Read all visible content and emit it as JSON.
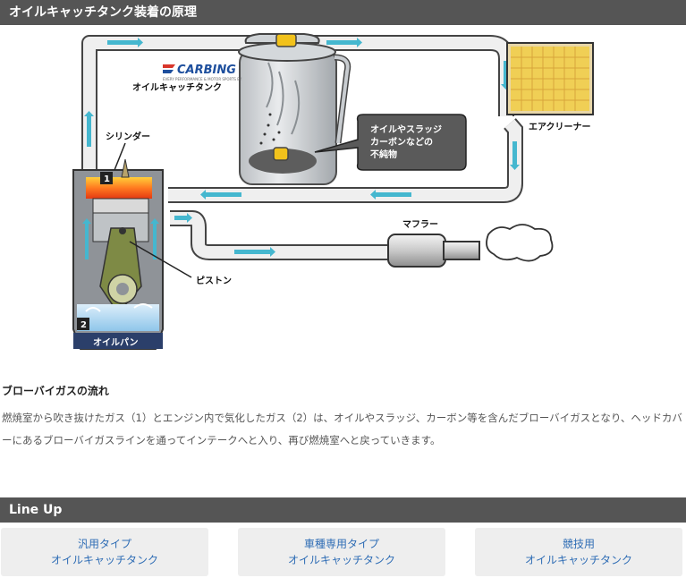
{
  "header": {
    "title": "オイルキャッチタンク装着の原理"
  },
  "diagram": {
    "brand": "CARBING",
    "brand_tagline": "EVERY PERFORMANCE & MOTOR SPORTS BY",
    "tank_label": "オイルキャッチタンク",
    "cylinder_label": "シリンダー",
    "piston_label": "ピストン",
    "oilpan_label": "オイルパン",
    "muffler_label": "マフラー",
    "aircleaner_label": "エアクリーナー",
    "callout_lines": [
      "オイルやスラッジ",
      "カーボンなどの",
      "不純物"
    ],
    "marker_1": "1",
    "marker_2": "2"
  },
  "content": {
    "subheading": "ブローバイガスの流れ",
    "description": "燃焼室から吹き抜けたガス（1）とエンジン内で気化したガス（2）は、オイルやスラッジ、カーボン等を含んだブローバイガスとなり、ヘッドカバーにあるブローバイガスラインを通ってインテークへと入り、再び燃焼室へと戻っていきます。"
  },
  "lineup": {
    "title": "Line Up",
    "items": [
      {
        "line1": "汎用タイプ",
        "line2": "オイルキャッチタンク"
      },
      {
        "line1": "車種専用タイプ",
        "line2": "オイルキャッチタンク"
      },
      {
        "line1": "競技用",
        "line2": "オイルキャッチタンク"
      }
    ]
  }
}
